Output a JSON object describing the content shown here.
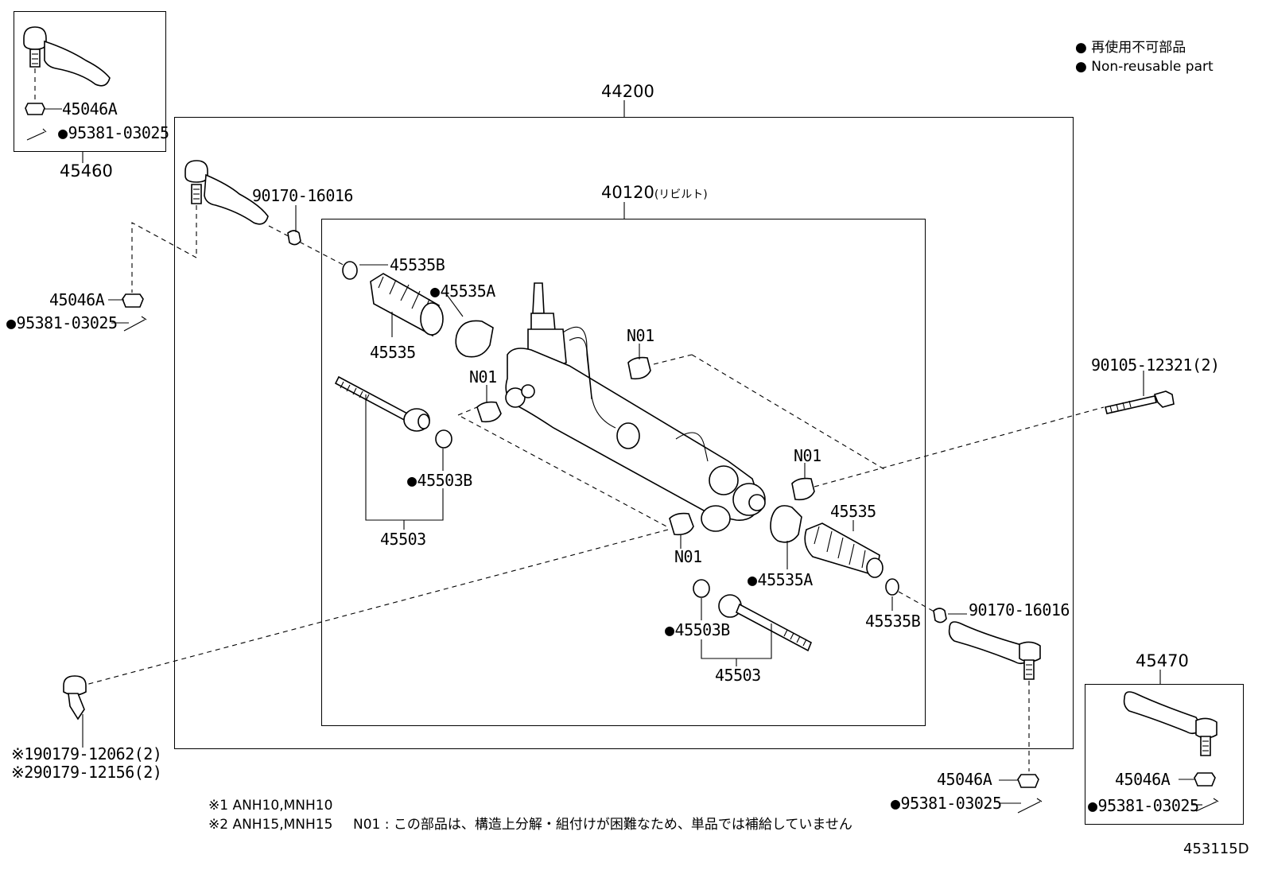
{
  "legend": {
    "marker": "●",
    "line_jp": "再使用不可部品",
    "line_en": "Non-reusable part"
  },
  "labels": {
    "assy_44200": "44200",
    "assy_40120": "40120",
    "assy_40120_suffix": "(リビルト)",
    "tie_rod_end_lh_45460": "45460",
    "tie_rod_end_rh_45470": "45470",
    "nut_45046A": "45046A",
    "cotter_pin_95381": "95381-03025",
    "nut_90170": "90170-16016",
    "clip_45535B": "45535B",
    "clamp_45535A": "45535A",
    "boot_45535": "45535",
    "rack_end_45503": "45503",
    "washer_45503B": "45503B",
    "n01": "N01",
    "bolt_90105": "90105-12321(2)",
    "bolt_note1": "※190179-12062(2)",
    "bolt_note2": "※290179-12156(2)",
    "diagram_id": "453115D"
  },
  "footnotes": {
    "note1": "※1 ANH10,MNH10",
    "note2": "※2 ANH15,MNH15",
    "n01_note": "N01 : この部品は、構造上分解・組付けが困難なため、単品では補給していません"
  }
}
